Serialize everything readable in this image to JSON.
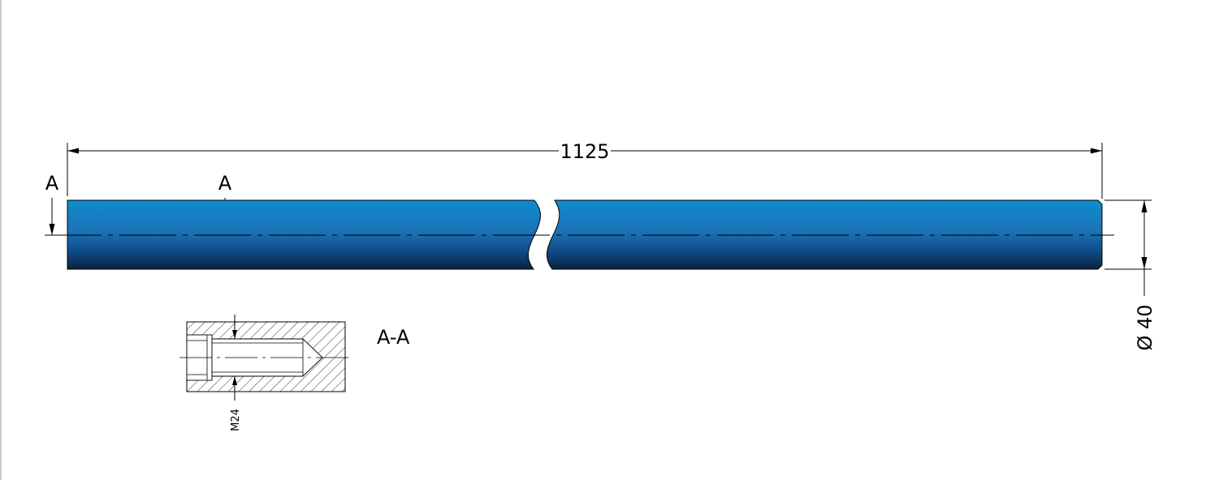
{
  "drawing": {
    "overall_length": "1125",
    "diameter": "Ø 40",
    "section_mark_left": "A",
    "section_mark_right": "A",
    "section_title": "A-A",
    "thread_label": "M24"
  },
  "colors": {
    "rod_top": "#1295d6",
    "rod_bottom": "#0a2a52",
    "line": "#000000",
    "hatch": "#000000"
  }
}
